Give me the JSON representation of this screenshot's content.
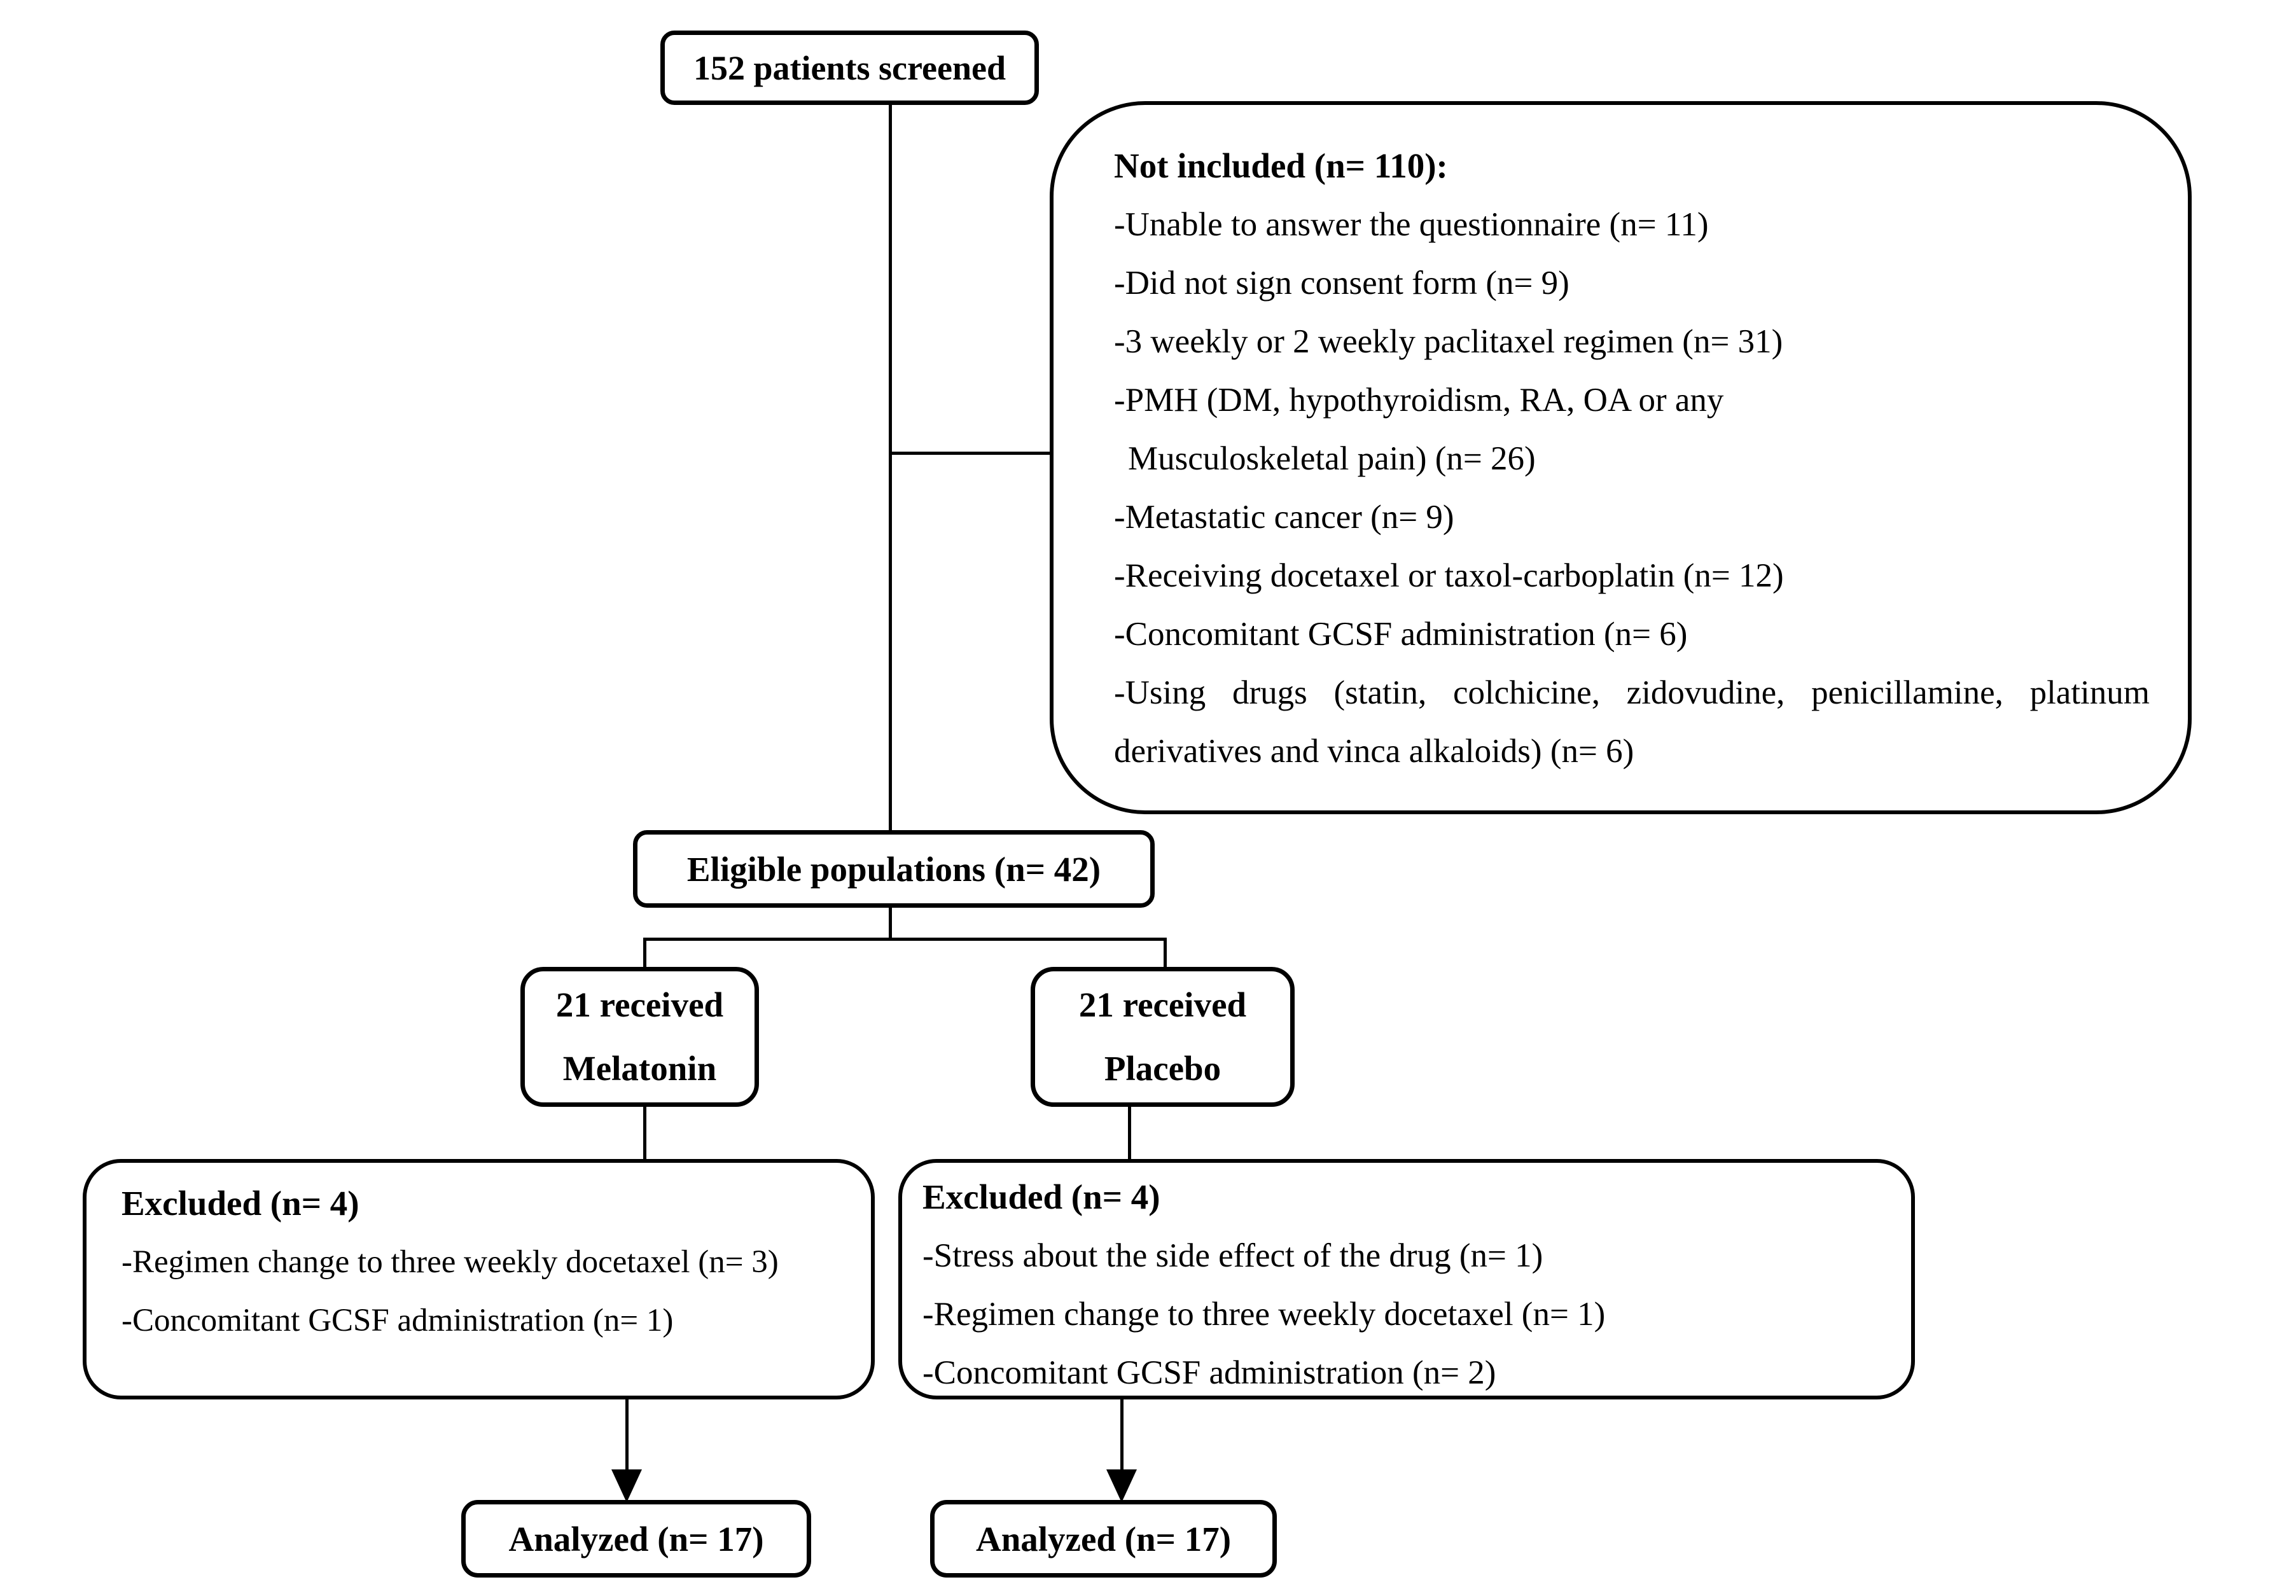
{
  "diagram": {
    "screened": {
      "label": "152 patients screened"
    },
    "not_included": {
      "title": "Not included (n= 110):",
      "items": [
        "-Unable to answer the questionnaire (n= 11)",
        "-Did not sign consent form (n= 9)",
        "-3 weekly or 2 weekly paclitaxel regimen (n= 31)",
        "-PMH (DM, hypothyroidism, RA, OA or any",
        "Musculoskeletal pain) (n= 26)",
        "-Metastatic cancer (n= 9)",
        "-Receiving docetaxel or taxol-carboplatin (n= 12)",
        "-Concomitant GCSF administration (n= 6)",
        "-Using drugs (statin, colchicine, zidovudine, penicillamine, platinum",
        "derivatives and vinca alkaloids) (n= 6)"
      ]
    },
    "eligible": {
      "label": "Eligible populations (n= 42)"
    },
    "melatonin_arm": {
      "line1": "21 received",
      "line2": "Melatonin"
    },
    "placebo_arm": {
      "line1": "21 received",
      "line2": "Placebo"
    },
    "excluded_melatonin": {
      "title": "Excluded (n= 4)",
      "items": [
        "-Regimen change to three weekly docetaxel (n= 3)",
        "-Concomitant GCSF administration (n= 1)"
      ]
    },
    "excluded_placebo": {
      "title": "Excluded (n= 4)",
      "items": [
        "-Stress about the side effect of the drug (n= 1)",
        "-Regimen change to three weekly docetaxel (n= 1)",
        "-Concomitant GCSF administration (n= 2)"
      ]
    },
    "analyzed_melatonin": {
      "label": "Analyzed (n= 17)"
    },
    "analyzed_placebo": {
      "label": "Analyzed (n= 17)"
    }
  },
  "colors": {
    "line": "#000000",
    "background": "#ffffff",
    "text": "#000000"
  }
}
